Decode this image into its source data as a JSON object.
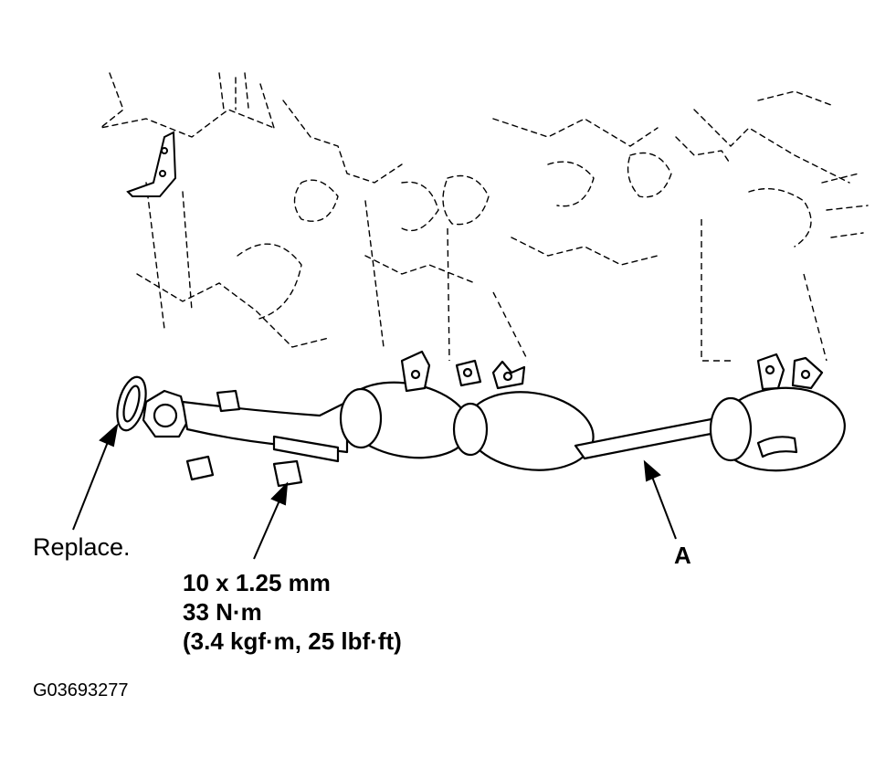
{
  "labels": {
    "replace": "Replace.",
    "part_a": "A",
    "fig_id": "G03693277"
  },
  "torque_spec": {
    "bolt_size": "10 x 1.25 mm",
    "torque_nm": "33 N·m",
    "torque_alt": "(3.4 kgf·m, 25 lbf·ft)"
  },
  "colors": {
    "line": "#000000",
    "background": "#ffffff"
  }
}
